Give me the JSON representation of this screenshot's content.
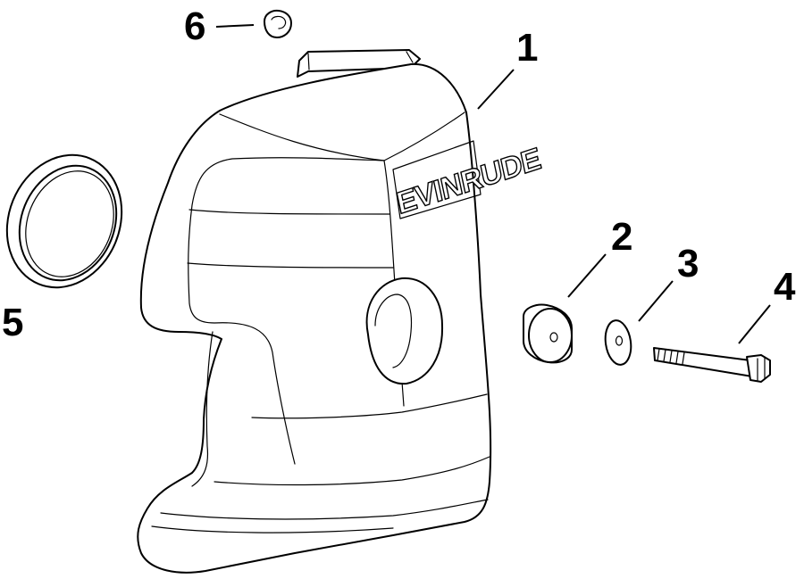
{
  "diagram": {
    "brand_text": "EVINRUDE",
    "callouts": [
      {
        "id": "1",
        "label": "1"
      },
      {
        "id": "2",
        "label": "2"
      },
      {
        "id": "3",
        "label": "3"
      },
      {
        "id": "4",
        "label": "4"
      },
      {
        "id": "5",
        "label": "5"
      },
      {
        "id": "6",
        "label": "6"
      }
    ]
  }
}
